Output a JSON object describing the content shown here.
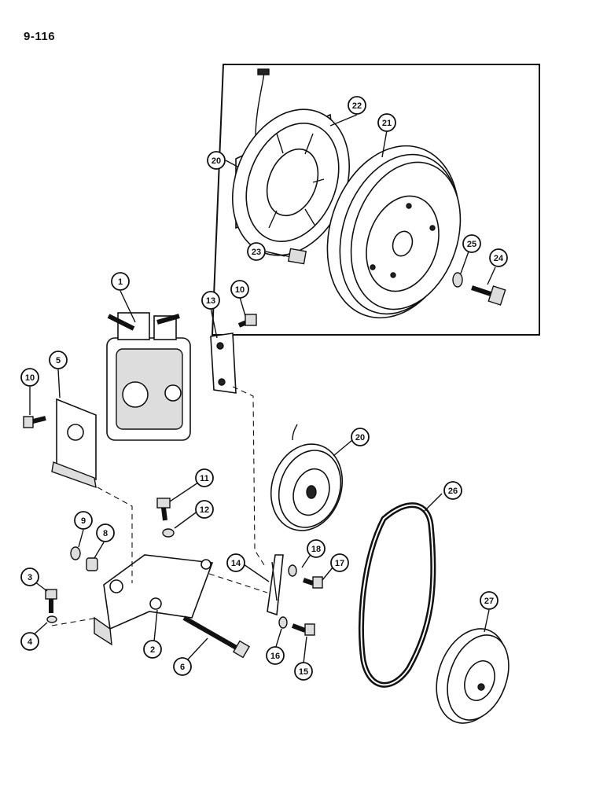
{
  "page": {
    "number": "9-116"
  },
  "callouts": {
    "c1": "1",
    "c2": "2",
    "c3": "3",
    "c4": "4",
    "c5": "5",
    "c6": "6",
    "c7": "17",
    "c8": "8",
    "c9": "9",
    "c10a": "10",
    "c10b": "10",
    "c11": "11",
    "c12": "12",
    "c13": "13",
    "c14": "14",
    "c15": "15",
    "c16": "16",
    "c18": "18",
    "c20a": "20",
    "c20b": "20",
    "c21": "21",
    "c22": "22",
    "c23": "23",
    "c24": "24",
    "c25": "25",
    "c26": "26",
    "c27": "27"
  }
}
